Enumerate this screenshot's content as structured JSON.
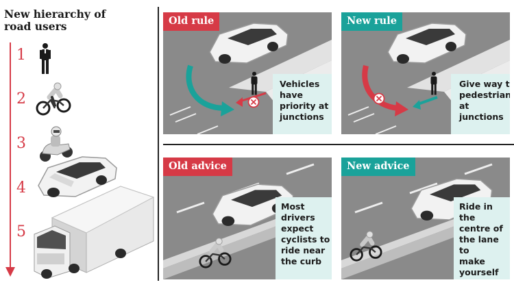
{
  "hierarchy": {
    "title_line1": "New hierarchy of",
    "title_line2": "road users",
    "ranks": [
      "1",
      "2",
      "3",
      "4",
      "5"
    ]
  },
  "panels": {
    "old_rule": {
      "tag": "Old rule",
      "note": "Vehicles\nhave\npriority at\njunctions"
    },
    "new_rule": {
      "tag": "New rule",
      "note": "Give way to\npedestrians\nat\njunctions"
    },
    "old_advice": {
      "tag": "Old advice",
      "note": "Most drivers\nexpect\ncyclists to\nride near\nthe curb"
    },
    "new_advice": {
      "tag": "New advice",
      "note": "Ride in the\ncentre of\nthe lane to\nmake\nyourself\nvisible"
    }
  },
  "colors": {
    "red": "#d63a46",
    "teal": "#1aa29a",
    "road": "#8a8a8a",
    "pavement": "#eaeaea",
    "note_bg": "#ddf1ef"
  },
  "icons": [
    "pedestrian-icon",
    "cyclist-icon",
    "motorcyclist-icon",
    "car-icon",
    "lorry-icon",
    "blocked-icon"
  ]
}
